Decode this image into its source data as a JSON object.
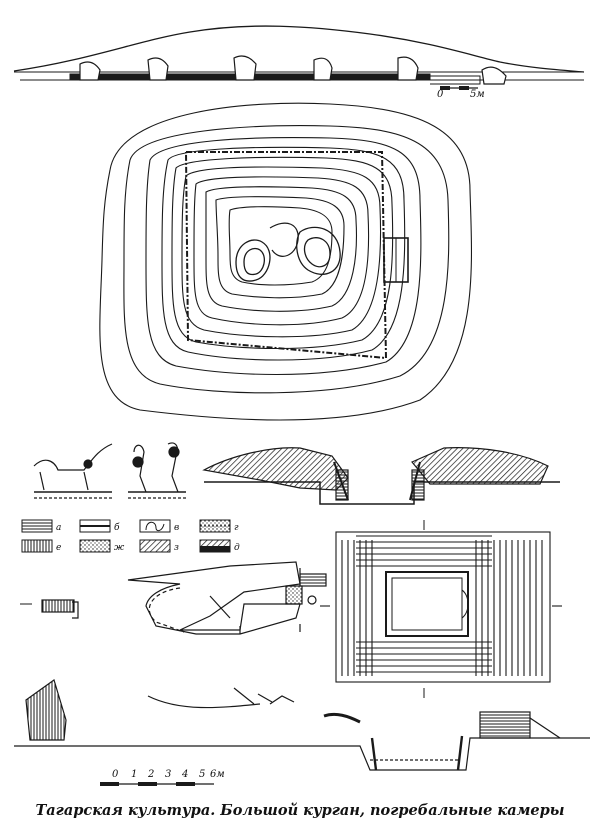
{
  "caption": "Тагарская культура. Большой курган, погребальные камеры",
  "top_scale": {
    "zero": "0",
    "end": "5м"
  },
  "bottom_scale": {
    "ticks": [
      "0",
      "1",
      "2",
      "3",
      "4",
      "5",
      "6м"
    ]
  },
  "legend": [
    {
      "key": "a",
      "label": "а"
    },
    {
      "key": "b",
      "label": "б"
    },
    {
      "key": "v",
      "label": "в"
    },
    {
      "key": "g",
      "label": "г"
    },
    {
      "key": "e",
      "label": "е"
    },
    {
      "key": "zh",
      "label": "ж"
    },
    {
      "key": "z",
      "label": "з"
    },
    {
      "key": "d",
      "label": "д"
    }
  ],
  "colors": {
    "ink": "#1a1a1a",
    "paper": "#ffffff"
  }
}
